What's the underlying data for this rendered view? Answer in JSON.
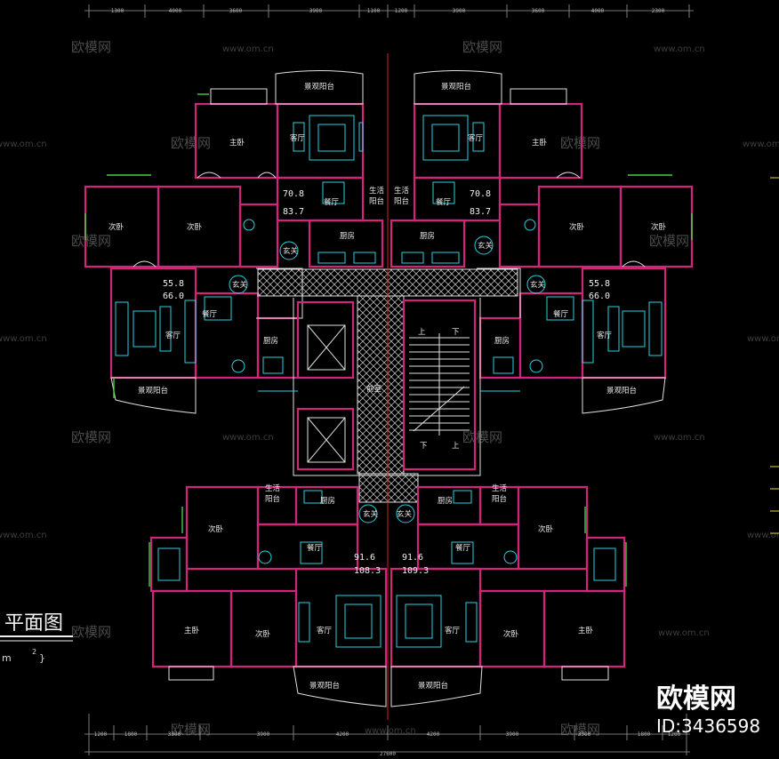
{
  "dims_top": [
    "1300",
    "4000",
    "3600",
    "3900",
    "1100",
    "1200",
    "3900",
    "3600",
    "4000",
    "2300"
  ],
  "dims_bottom": [
    "1200",
    "1800",
    "3300",
    "3900",
    "4200",
    "4200",
    "3900",
    "3300",
    "1800",
    "1200"
  ],
  "dim_total_bottom": "27600",
  "rooms": {
    "master": "主卧",
    "second": "次卧",
    "living": "客厅",
    "dining": "餐厅",
    "kitchen": "厨房",
    "foyer": "玄关",
    "view_balcony": "景观阳台",
    "service_balcony_a": "生活",
    "service_balcony_b": "阳台",
    "front_room": "前室",
    "stair_up": "上",
    "stair_down": "下"
  },
  "areas": {
    "nw_a": "70.8",
    "nw_b": "83.7",
    "ne_a": "70.8",
    "ne_b": "83.7",
    "w_a": "55.8",
    "w_b": "66.0",
    "e_a": "55.8",
    "e_b": "66.0",
    "sw_a": "91.6",
    "sw_b": "108.3",
    "se_a": "91.6",
    "se_b": "109.3"
  },
  "title": "平面图",
  "unit_prefix": "m",
  "unit_sup": "2",
  "unit_suffix": "}",
  "watermark_site": "www.om.cn",
  "watermark_brand": "欧模网",
  "brand_logo": "欧模网",
  "brand_id": "ID:3436598",
  "colors": {
    "wall": "#d0267a",
    "line": "#e0e0e0",
    "fixture": "#29d3e0",
    "window": "#3fd23f",
    "axis": "#e8d83a"
  }
}
